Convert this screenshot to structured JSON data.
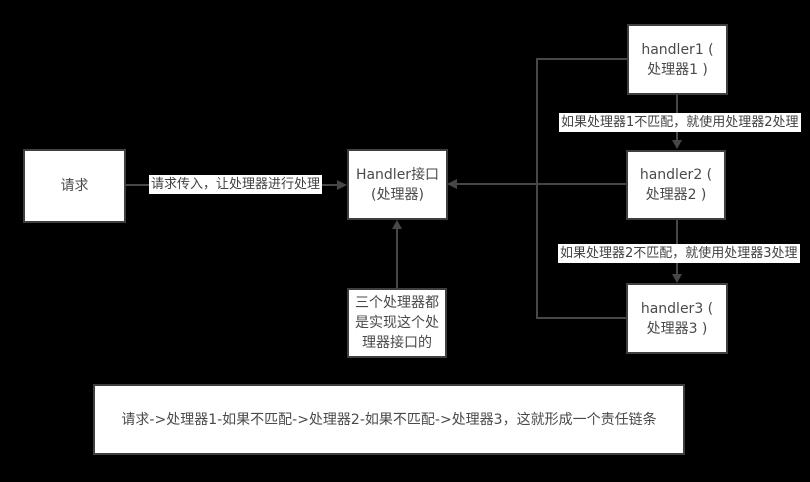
{
  "diagram": {
    "colors": {
      "background": "#000000",
      "box_fill": "#ffffff",
      "box_border": "#3f3f3f",
      "line": "#474747",
      "text": "#4a4a4a"
    },
    "nodes": {
      "request": {
        "label": "请求"
      },
      "handler_interface": {
        "line1": "Handler接口",
        "line2": "(处理器)"
      },
      "handler1": {
        "line1": "handler1 (",
        "line2": "处理器1 )"
      },
      "handler2": {
        "line1": "handler2 (",
        "line2": "处理器2 )"
      },
      "handler3": {
        "line1": "handler3 (",
        "line2": "处理器3 )"
      },
      "implementation_note": {
        "line1": "三个处理器都",
        "line2": "是实现这个处",
        "line3": "理器接口的"
      },
      "summary": {
        "label": "请求->处理器1-如果不匹配->处理器2-如果不匹配->处理器3，这就形成一个责任链条"
      }
    },
    "edge_labels": {
      "request_to_interface": "请求传入，让处理器进行处理",
      "handler1_to_handler2": "如果处理器1不匹配，就使用处理器2处理",
      "handler2_to_handler3": "如果处理器2不匹配，就使用处理器3处理"
    }
  }
}
